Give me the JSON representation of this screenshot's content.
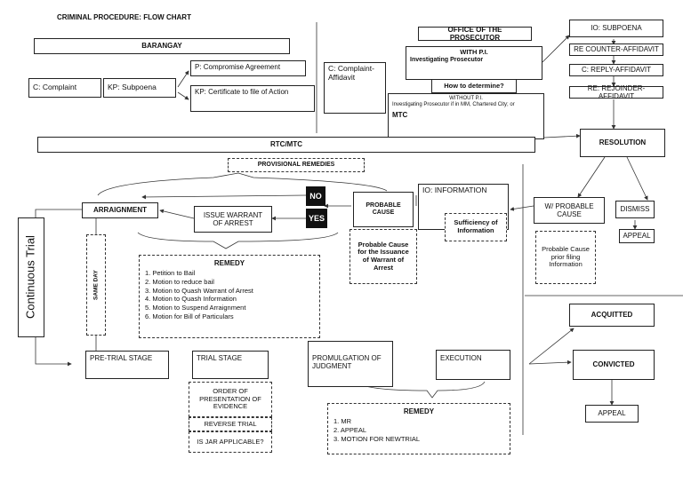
{
  "title": "CRIMINAL PROCEDURE: FLOW CHART",
  "barangay": {
    "header": "BARANGAY",
    "complaint": "C: Complaint",
    "subpoena": "KP: Subpoena",
    "compromise": "P: Compromise Agreement",
    "certificate": "KP: Certificate to file of Action"
  },
  "prosecutor": {
    "header": "OFFICE OF THE PROSECUTOR",
    "complaint": "C: Complaint-Affidavit",
    "with_pi_title": "WITH P.I.",
    "with_pi_text": "Investigating Prosecutor",
    "how": "How to determine?",
    "without_pi_title": "WITHOUT P.I.",
    "without_pi_text": "Investigating Prosecutor if in MM, Chartered City; or",
    "mtc": "MTC",
    "steps": [
      "IO: SUBPOENA",
      "RE COUNTER-AFFIDAVIT",
      "C: REPLY-AFFIDAVIT",
      "RE: REJOINDER-AFFIDAVIT"
    ],
    "resolution": "RESOLUTION",
    "wprobable": "W/ PROBABLE CAUSE",
    "dismiss": "DISMISS",
    "appeal": "APPEAL",
    "prior": "Probable Cause prior filing Information"
  },
  "rtc": {
    "header": "RTC/MTC",
    "provisional": "PROVISIONAL REMEDIES",
    "io_information": "IO: INFORMATION",
    "sufficiency": "Sufficiency of Information",
    "probable": "PROBABLE CAUSE",
    "probable_note": "Probable Cause for the Issuance of Warrant of Arrest",
    "no": "NO",
    "yes": "YES",
    "issue_warrant": "ISSUE WARRANT OF ARREST",
    "arraignment": "ARRAIGNMENT",
    "same_day": "SAME DAY",
    "continuous": "Continuous Trial",
    "remedy_title": "REMEDY",
    "remedies": [
      "1. Petition to Bail",
      "2. Motion to reduce bail",
      "3. Motion to Quash Warrant of Arrest",
      "4. Motion to Quash Information",
      "5. Motion to Suspend Arraignment",
      "6. Motion for Bill of Particulars"
    ],
    "pretrial": "PRE-TRIAL STAGE",
    "trial": "TRIAL STAGE",
    "order": "ORDER OF PRESENTATION OF EVIDENCE",
    "reverse": "REVERSE TRIAL",
    "jar": "IS JAR APPLICABLE?",
    "promulgation": "PROMULGATION OF JUDGMENT",
    "execution": "EXECUTION",
    "remedy2_title": "REMEDY",
    "remedies2": [
      "1. MR",
      "2. APPEAL",
      "3. MOTION FOR NEWTRIAL"
    ],
    "acquitted": "ACQUITTED",
    "convicted": "CONVICTED",
    "appeal": "APPEAL"
  }
}
